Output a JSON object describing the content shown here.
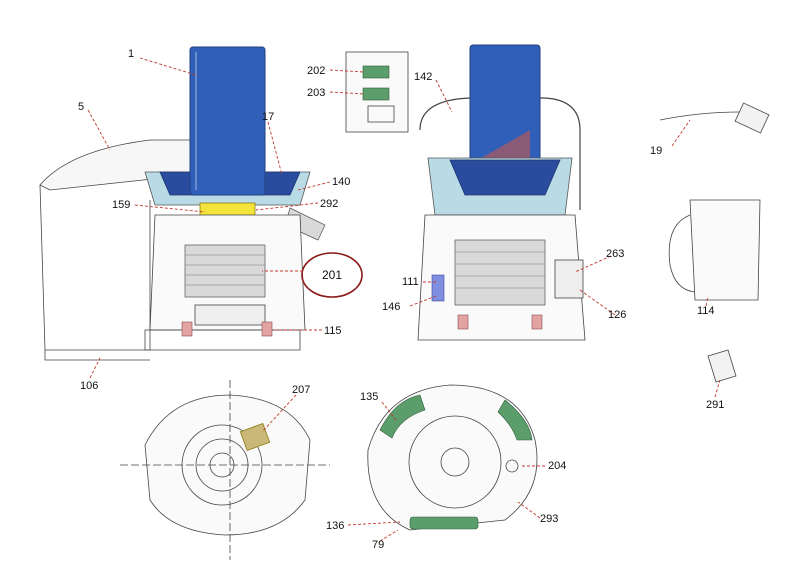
{
  "callouts": [
    {
      "id": "c1",
      "label": "1"
    },
    {
      "id": "c5",
      "label": "5"
    },
    {
      "id": "c17",
      "label": "17"
    },
    {
      "id": "c140",
      "label": "140"
    },
    {
      "id": "c159",
      "label": "159"
    },
    {
      "id": "c292",
      "label": "292"
    },
    {
      "id": "c201",
      "label": "201"
    },
    {
      "id": "c115",
      "label": "115"
    },
    {
      "id": "c106",
      "label": "106"
    },
    {
      "id": "c202",
      "label": "202"
    },
    {
      "id": "c203",
      "label": "203"
    },
    {
      "id": "c142",
      "label": "142"
    },
    {
      "id": "c263",
      "label": "263"
    },
    {
      "id": "c111",
      "label": "111"
    },
    {
      "id": "c146",
      "label": "146"
    },
    {
      "id": "c126",
      "label": "126"
    },
    {
      "id": "c19",
      "label": "19"
    },
    {
      "id": "c114",
      "label": "114"
    },
    {
      "id": "c291",
      "label": "291"
    },
    {
      "id": "c207",
      "label": "207"
    },
    {
      "id": "c135",
      "label": "135"
    },
    {
      "id": "c204",
      "label": "204"
    },
    {
      "id": "c293",
      "label": "293"
    },
    {
      "id": "c136",
      "label": "136"
    },
    {
      "id": "c79",
      "label": "79"
    }
  ],
  "colors": {
    "highlight_circle": "#8b1a1a",
    "leader": "#c0392b",
    "pusher_blue": "#2f5fb8",
    "bowl_light_blue": "#b9dbe6",
    "yellow_part": "#f4e33a",
    "green_part": "#5c9d6c"
  }
}
